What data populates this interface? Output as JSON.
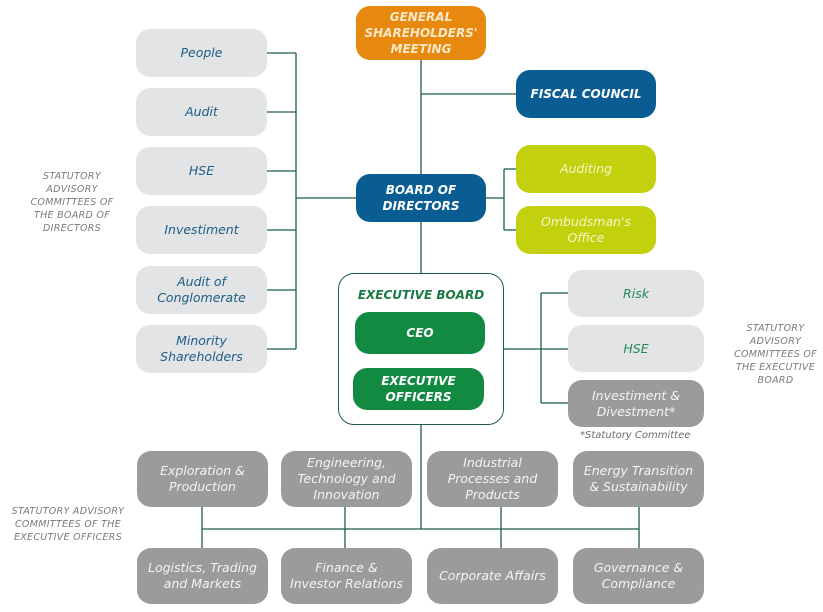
{
  "colors": {
    "governance_orange": "#e8890f",
    "board_blue": "#0a5d93",
    "support_lime": "#c2d00e",
    "executive_green": "#138a42",
    "committee_light": "#e3e4e5",
    "committee_dark": "#9b9b9b",
    "connector": "#1f5a50"
  },
  "top": {
    "general_meeting": [
      "GENERAL",
      "SHAREHOLDERS'",
      "MEETING"
    ],
    "fiscal_council": [
      "FISCAL COUNCIL"
    ],
    "board_of_directors": [
      "BOARD OF",
      "DIRECTORS"
    ],
    "auditing": [
      "Auditing"
    ],
    "ombudsman": [
      "Ombudsman's",
      "Office"
    ]
  },
  "board_committees": {
    "label": [
      "STATUTORY",
      "ADVISORY",
      "COMMITTEES OF",
      "THE BOARD OF",
      "DIRECTORS"
    ],
    "items": [
      [
        "People"
      ],
      [
        "Audit"
      ],
      [
        "HSE"
      ],
      [
        "Investiment"
      ],
      [
        "Audit of",
        "Conglomerate"
      ],
      [
        "Minority",
        "Shareholders"
      ]
    ]
  },
  "executive_board": {
    "title": "EXECUTIVE BOARD",
    "ceo": [
      "CEO"
    ],
    "officers": [
      "EXECUTIVE",
      "OFFICERS"
    ]
  },
  "executive_board_committees": {
    "label": [
      "STATUTORY",
      "ADVISORY",
      "COMMITTEES OF",
      "THE EXECUTIVE",
      "BOARD"
    ],
    "items": [
      [
        "Risk"
      ],
      [
        "HSE"
      ],
      [
        "Investiment &",
        "Divestment*"
      ]
    ],
    "footnote": "*Statutory Committee"
  },
  "officers_committees": {
    "label": [
      "STATUTORY ADVISORY",
      "COMMITTEES OF THE",
      "EXECUTIVE OFFICERS"
    ],
    "top_row": [
      [
        "Exploration &",
        "Production"
      ],
      [
        "Engineering,",
        "Technology and",
        "Innovation"
      ],
      [
        "Industrial",
        "Processes and",
        "Products"
      ],
      [
        "Energy Transition",
        "& Sustainability"
      ]
    ],
    "bottom_row": [
      [
        "Logistics, Trading",
        "and Markets"
      ],
      [
        "Finance &",
        "Investor Relations"
      ],
      [
        "Corporate Affairs"
      ],
      [
        "Governance &",
        "Compliance"
      ]
    ]
  }
}
